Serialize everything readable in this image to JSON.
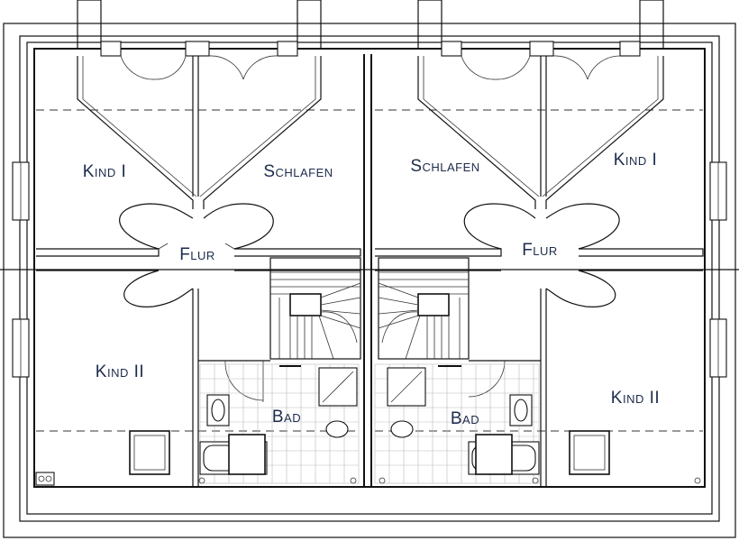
{
  "rooms": {
    "left_kind_1": "Kind I",
    "left_schlafen": "Schlafen",
    "left_flur": "Flur",
    "left_kind_2": "Kind II",
    "left_bad": "Bad",
    "right_schlafen": "Schlafen",
    "right_kind_1": "Kind I",
    "right_flur": "Flur",
    "right_kind_2": "Kind II",
    "right_bad": "Bad"
  }
}
